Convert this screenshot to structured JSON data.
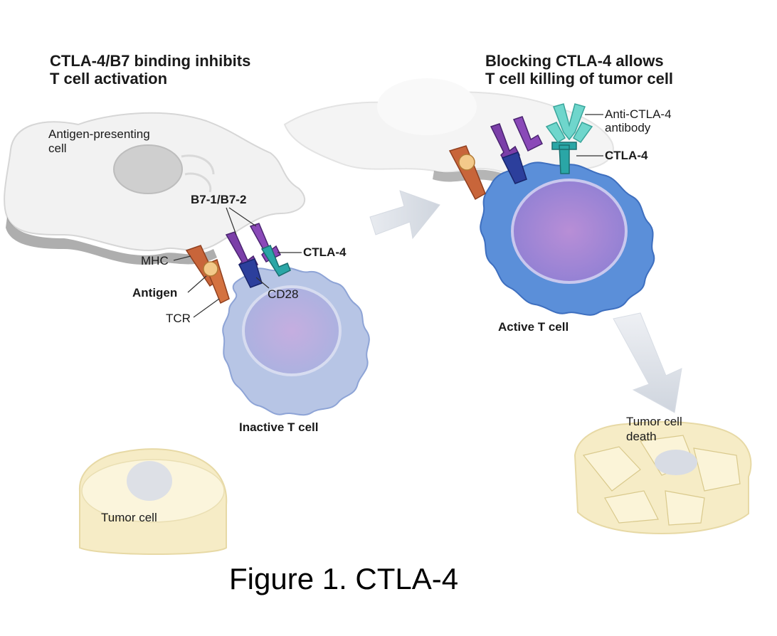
{
  "left_panel": {
    "title_line1": "CTLA-4/B7 binding inhibits",
    "title_line2": "T cell activation",
    "apc_label_line1": "Antigen-presenting",
    "apc_label_line2": "cell",
    "b7_label": "B7-1/B7-2",
    "mhc_label": "MHC",
    "ctla4_label": "CTLA-4",
    "antigen_label": "Antigen",
    "cd28_label": "CD28",
    "tcr_label": "TCR",
    "tcell_label": "Inactive T cell",
    "tumor_label": "Tumor cell"
  },
  "right_panel": {
    "title_line1": "Blocking CTLA-4 allows",
    "title_line2": "T cell killing of tumor cell",
    "antibody_label_line1": "Anti-CTLA-4",
    "antibody_label_line2": "antibody",
    "ctla4_label": "CTLA-4",
    "tcell_label": "Active T cell",
    "tumor_death_line1": "Tumor cell",
    "tumor_death_line2": "death"
  },
  "caption": "Figure 1. CTLA-4",
  "colors": {
    "mhc_tcr": "#c8653a",
    "antigen": "#f3c98a",
    "b7": "#7b3fa8",
    "cd28": "#2c3f9c",
    "ctla4": "#2aa6a6",
    "antibody": "#6fd6cc",
    "inactive_tcell": "#b9c8e6",
    "active_tcell": "#5b8fd9",
    "nucleus": "#c9a8d9",
    "tumor": "#f6ecc6"
  }
}
